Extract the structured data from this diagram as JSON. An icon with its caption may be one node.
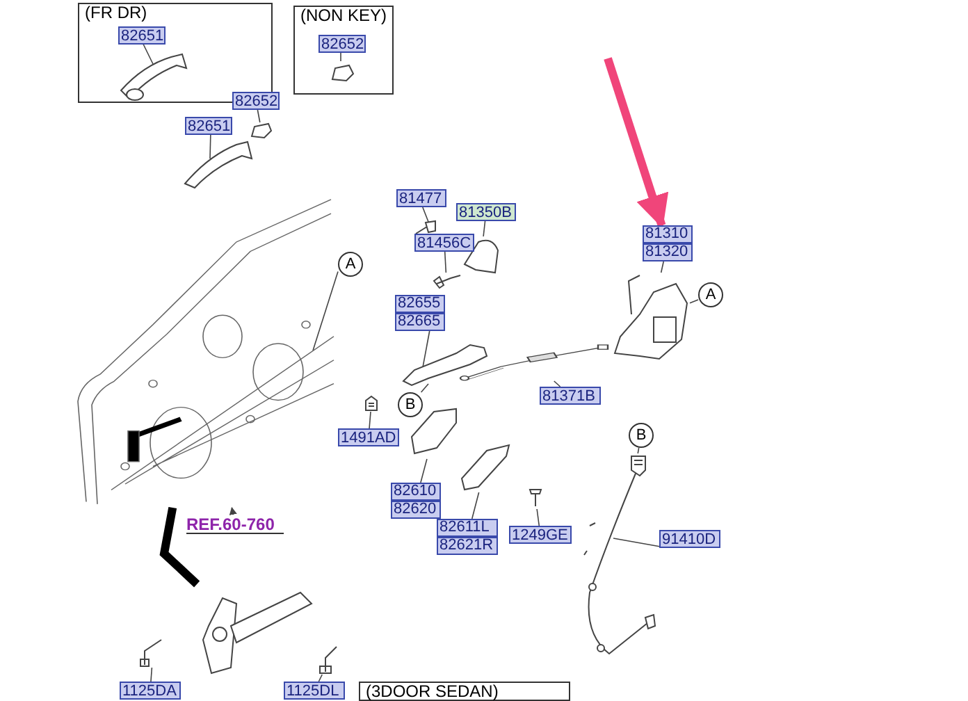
{
  "diagram": {
    "nodes": [
      {
        "text": [
          "(FR DR)"
        ]
      },
      {
        "text": [
          "82651"
        ],
        "in": 0
      },
      {
        "text": [],
        "shape": "picture",
        "in": 0
      },
      {
        "text": [
          "(NON KEY)"
        ]
      },
      {
        "text": [
          "82652"
        ],
        "in": 3
      },
      {
        "text": [],
        "shape": "picture",
        "in": 3
      },
      {
        "text": [
          "82652"
        ]
      },
      {
        "text": [],
        "shape": "picture"
      },
      {
        "text": [
          "82651"
        ]
      },
      {
        "text": [],
        "shape": "picture"
      },
      {
        "text": [],
        "shape": "picture"
      },
      {
        "text": [
          "81477"
        ]
      },
      {
        "text": [],
        "shape": "picture"
      },
      {
        "text": [
          "81350B"
        ]
      },
      {
        "text": [],
        "shape": "picture"
      },
      {
        "text": [
          "81456C"
        ]
      },
      {
        "text": [],
        "shape": "picture"
      },
      {
        "text": [
          "A"
        ]
      },
      {
        "text": [
          "82655",
          "82665"
        ]
      },
      {
        "text": [],
        "shape": "picture"
      },
      {
        "text": [
          "B"
        ]
      },
      {
        "text": [
          "81371B"
        ]
      },
      {
        "text": [],
        "shape": "picture"
      },
      {
        "text": [
          "1491AD"
        ]
      },
      {
        "text": [],
        "shape": "picture"
      },
      {
        "text": [
          "82610",
          "82620"
        ]
      },
      {
        "text": [],
        "shape": "picture"
      },
      {
        "text": [
          "82611L",
          "82621R"
        ]
      },
      {
        "text": [],
        "shape": "picture"
      },
      {
        "text": [
          "1249GE"
        ]
      },
      {
        "text": [],
        "shape": "picture"
      },
      {
        "text": [
          "81310",
          "81320"
        ]
      },
      {
        "text": [],
        "shape": "picture"
      },
      {
        "text": [
          "A"
        ]
      },
      {
        "text": [
          "B"
        ]
      },
      {
        "text": [
          "91410D"
        ]
      },
      {
        "text": [],
        "shape": "picture"
      },
      {
        "text": [
          "REF.60-760"
        ]
      },
      {
        "text": [],
        "shape": "picture"
      },
      {
        "text": [
          "1125DA"
        ]
      },
      {
        "text": [],
        "shape": "picture"
      },
      {
        "text": [
          "1125DL"
        ]
      },
      {
        "text": [],
        "shape": "picture"
      },
      {
        "text": [
          "(3DOOR SEDAN)"
        ]
      }
    ],
    "edges": [
      {
        "from": 1,
        "to": 2,
        "arrow": "none"
      },
      {
        "from": 4,
        "to": 5,
        "arrow": "none"
      },
      {
        "from": 6,
        "to": 7,
        "arrow": "none"
      },
      {
        "from": 8,
        "to": 9,
        "arrow": "none"
      },
      {
        "from": 11,
        "to": 12,
        "arrow": "none"
      },
      {
        "from": 13,
        "to": 14,
        "arrow": "none"
      },
      {
        "from": 15,
        "to": 16,
        "arrow": "none"
      },
      {
        "from": 17,
        "to": 10,
        "arrow": "none"
      },
      {
        "from": 18,
        "to": 19,
        "arrow": "none"
      },
      {
        "from": 20,
        "to": 19,
        "arrow": "none"
      },
      {
        "from": 21,
        "to": 22,
        "arrow": "none"
      },
      {
        "from": 23,
        "to": 24,
        "arrow": "none"
      },
      {
        "from": 25,
        "to": 26,
        "arrow": "none"
      },
      {
        "from": 27,
        "to": 28,
        "arrow": "none"
      },
      {
        "from": 29,
        "to": 30,
        "arrow": "none"
      },
      {
        "from": 31,
        "to": 32,
        "arrow": "none"
      },
      {
        "from": 33,
        "to": 32,
        "arrow": "none"
      },
      {
        "from": 34,
        "to": 36,
        "arrow": "none"
      },
      {
        "from": 35,
        "to": 36,
        "arrow": "none"
      },
      {
        "from": 37,
        "to": 10,
        "arrow": "to"
      },
      {
        "from": 10,
        "to": 38,
        "arrow": "none",
        "style": "thick",
        "color": "#000000"
      },
      {
        "from": 39,
        "to": 40,
        "arrow": "none"
      },
      {
        "from": 41,
        "to": 42,
        "arrow": "none"
      },
      {
        "from": null,
        "to": 31,
        "arrow": "to",
        "style": "thick",
        "color": "#f0457a"
      }
    ]
  }
}
